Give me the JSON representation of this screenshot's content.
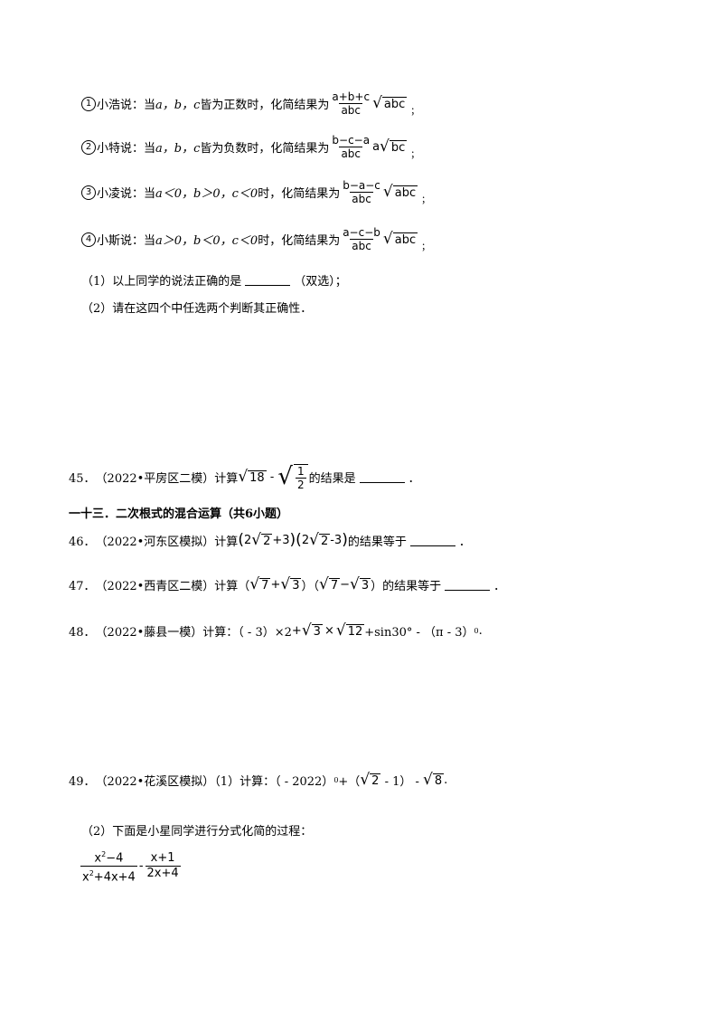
{
  "statements": [
    {
      "num": "①",
      "text_a": "小浩说：当",
      "var_text": "a，b，c",
      "cond": "皆为正数时，化简结果为",
      "numerator": "a+b+c",
      "denominator": "abc",
      "coef": "",
      "radicand": "abc",
      "end": "；"
    },
    {
      "num": "②",
      "text_a": "小特说：当",
      "var_text": "a，b，c",
      "cond": "皆为负数时，化简结果为",
      "numerator": "b−c−a",
      "denominator": "abc",
      "coef": "a",
      "radicand": "bc",
      "end": "；"
    },
    {
      "num": "③",
      "text_a": "小凌说：当",
      "var_text": "a＜0，b＞0，c＜0",
      "cond": "时，化简结果为",
      "numerator": "b−a−c",
      "denominator": "abc",
      "coef": "",
      "radicand": "abc",
      "end": "；"
    },
    {
      "num": "④",
      "text_a": "小斯说：当",
      "var_text": "a＞0，b＜0，c＜0",
      "cond": "时，化简结果为",
      "numerator": "a−c−b",
      "denominator": "abc",
      "coef": "",
      "radicand": "abc",
      "end": "；"
    }
  ],
  "sub1": {
    "text": "（1）以上同学的说法正确的是",
    "after": "（双选）；"
  },
  "sub2": {
    "text": "（2）请在这四个中任选两个判断其正确性．"
  },
  "q45": {
    "num": "45．",
    "source": "（2022•平房区二模）计算",
    "r1": "18",
    "minus": " - ",
    "frac_num": "1",
    "frac_den": "2",
    "after": "的结果是",
    "end": "．"
  },
  "section": {
    "title": "一十三．二次根式的混合运算（共6小题）"
  },
  "q46": {
    "num": "46．",
    "source": "（2022•河东区模拟）计算",
    "lp1": "(",
    "a1": "2",
    "r1": "2",
    "op1": "+3",
    "rp1": ")",
    "lp2": "(",
    "a2": "2",
    "r2": "2",
    "op2": "-3",
    "rp2": ")",
    "after": "的结果等于",
    "end": "．"
  },
  "q47": {
    "num": "47．",
    "source": "（2022•西青区二模）计算（",
    "r1": "7",
    "plus": "+",
    "r2": "3",
    "mid": "）（",
    "r3": "7",
    "minus": "−",
    "r4": "3",
    "close": "）的结果等于",
    "end": "．"
  },
  "q48": {
    "num": "48．",
    "source": "（2022•藤县一模）计算：（ - 3）×2",
    "plus": "+",
    "r1": "3",
    "times": "×",
    "r2": "12",
    "rest": "+sin30° - （π - 3）",
    "exp": "0",
    "end": "."
  },
  "q49": {
    "num": "49．",
    "source": "（2022•花溪区模拟）（1）计算：（ - 2022）",
    "exp": "0",
    "plus_paren": "+（",
    "r1": "2",
    "mid": " - 1） - ",
    "r2": "8",
    "end": "."
  },
  "q49b": {
    "text": "（2）下面是小星同学进行分式化简的过程："
  },
  "q49expr": {
    "num1": "x",
    "num1_sup": "2",
    "num1_rest": "−4",
    "den1": "x",
    "den1_sup": "2",
    "den1_rest": "+4x+4",
    "op": "-",
    "num2": "x+1",
    "den2": "2x+4"
  }
}
